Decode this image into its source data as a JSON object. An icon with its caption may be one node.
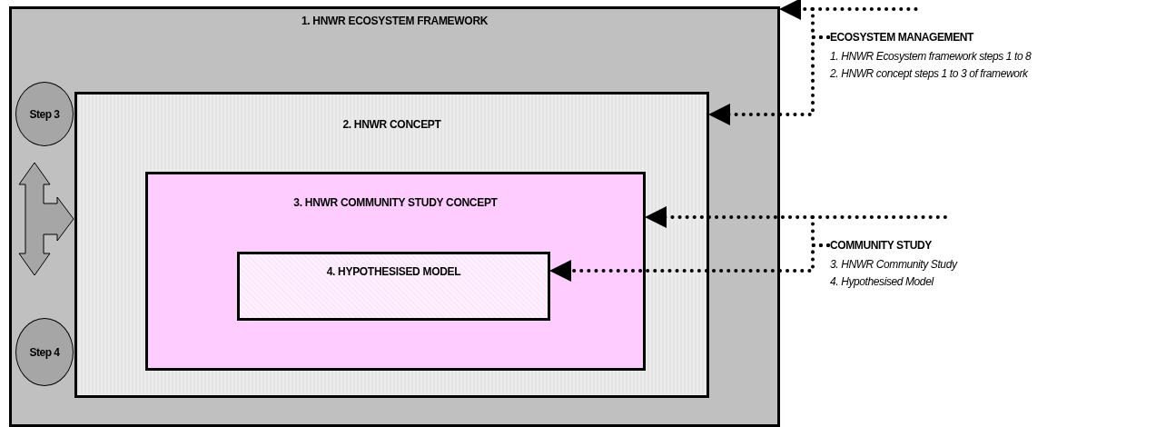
{
  "diagram": {
    "nodes": [
      {
        "text": [
          "1. HNWR ECOSYSTEM FRAMEWORK"
        ]
      },
      {
        "text": [
          "Step 3"
        ],
        "in": 0
      },
      {
        "text": [
          "2. HNWR CONCEPT"
        ],
        "in": 0
      },
      {
        "text": [
          "3. HNWR COMMUNITY STUDY CONCEPT"
        ],
        "in": 2
      },
      {
        "text": [
          "4. HYPOTHESISED MODEL"
        ],
        "in": 3
      },
      {
        "text": [
          "Step 4"
        ],
        "in": 0
      },
      {
        "text": [
          "ECOSYSTEM MANAGEMENT",
          "1. HNWR Ecosystem framework steps 1 to 8",
          "2. HNWR concept steps 1 to 3 of framework"
        ]
      },
      {
        "text": [
          "COMMUNITY STUDY",
          "3. HNWR Community Study",
          "4. Hypothesised Model"
        ]
      }
    ],
    "edges": [
      {
        "from": 6,
        "to": 0,
        "arrow": "to",
        "style": "dashed"
      },
      {
        "from": 6,
        "to": 2,
        "arrow": "to",
        "style": "dashed"
      },
      {
        "from": 7,
        "to": 3,
        "arrow": "to",
        "style": "dashed"
      },
      {
        "from": 7,
        "to": 4,
        "arrow": "to",
        "style": "dashed"
      },
      {
        "from": 1,
        "to": 5,
        "arrow": "both"
      },
      {
        "from": null,
        "to": 2,
        "arrow": "to"
      }
    ]
  }
}
